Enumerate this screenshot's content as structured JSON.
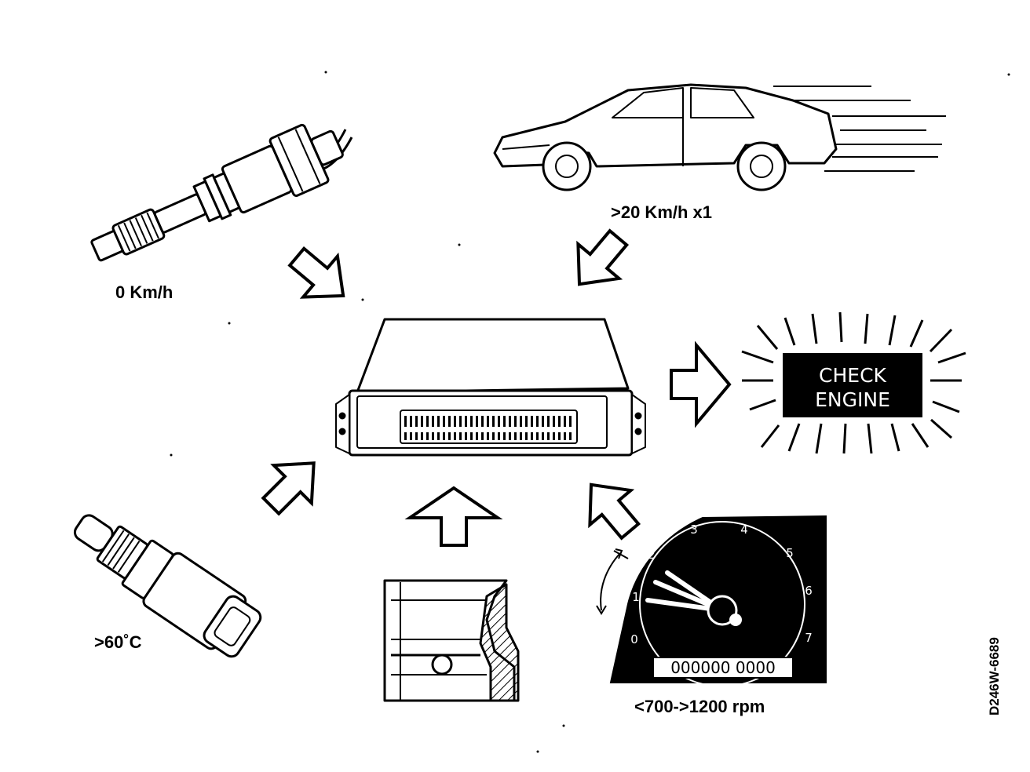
{
  "labels": {
    "speed_sensor": "0 Km/h",
    "vehicle": ">20 Km/h x1",
    "coolant": ">60˚C",
    "engine_speed": "<700->1200 rpm"
  },
  "lamp": {
    "line1": "CHECK",
    "line2": "ENGINE"
  },
  "tachometer": {
    "scale": [
      "0",
      "1",
      "2",
      "3",
      "4",
      "5",
      "6",
      "7"
    ],
    "odometer": "000000 0000"
  },
  "figure_code": "D246W-6689",
  "colors": {
    "ink": "#000000",
    "paper": "#ffffff"
  }
}
